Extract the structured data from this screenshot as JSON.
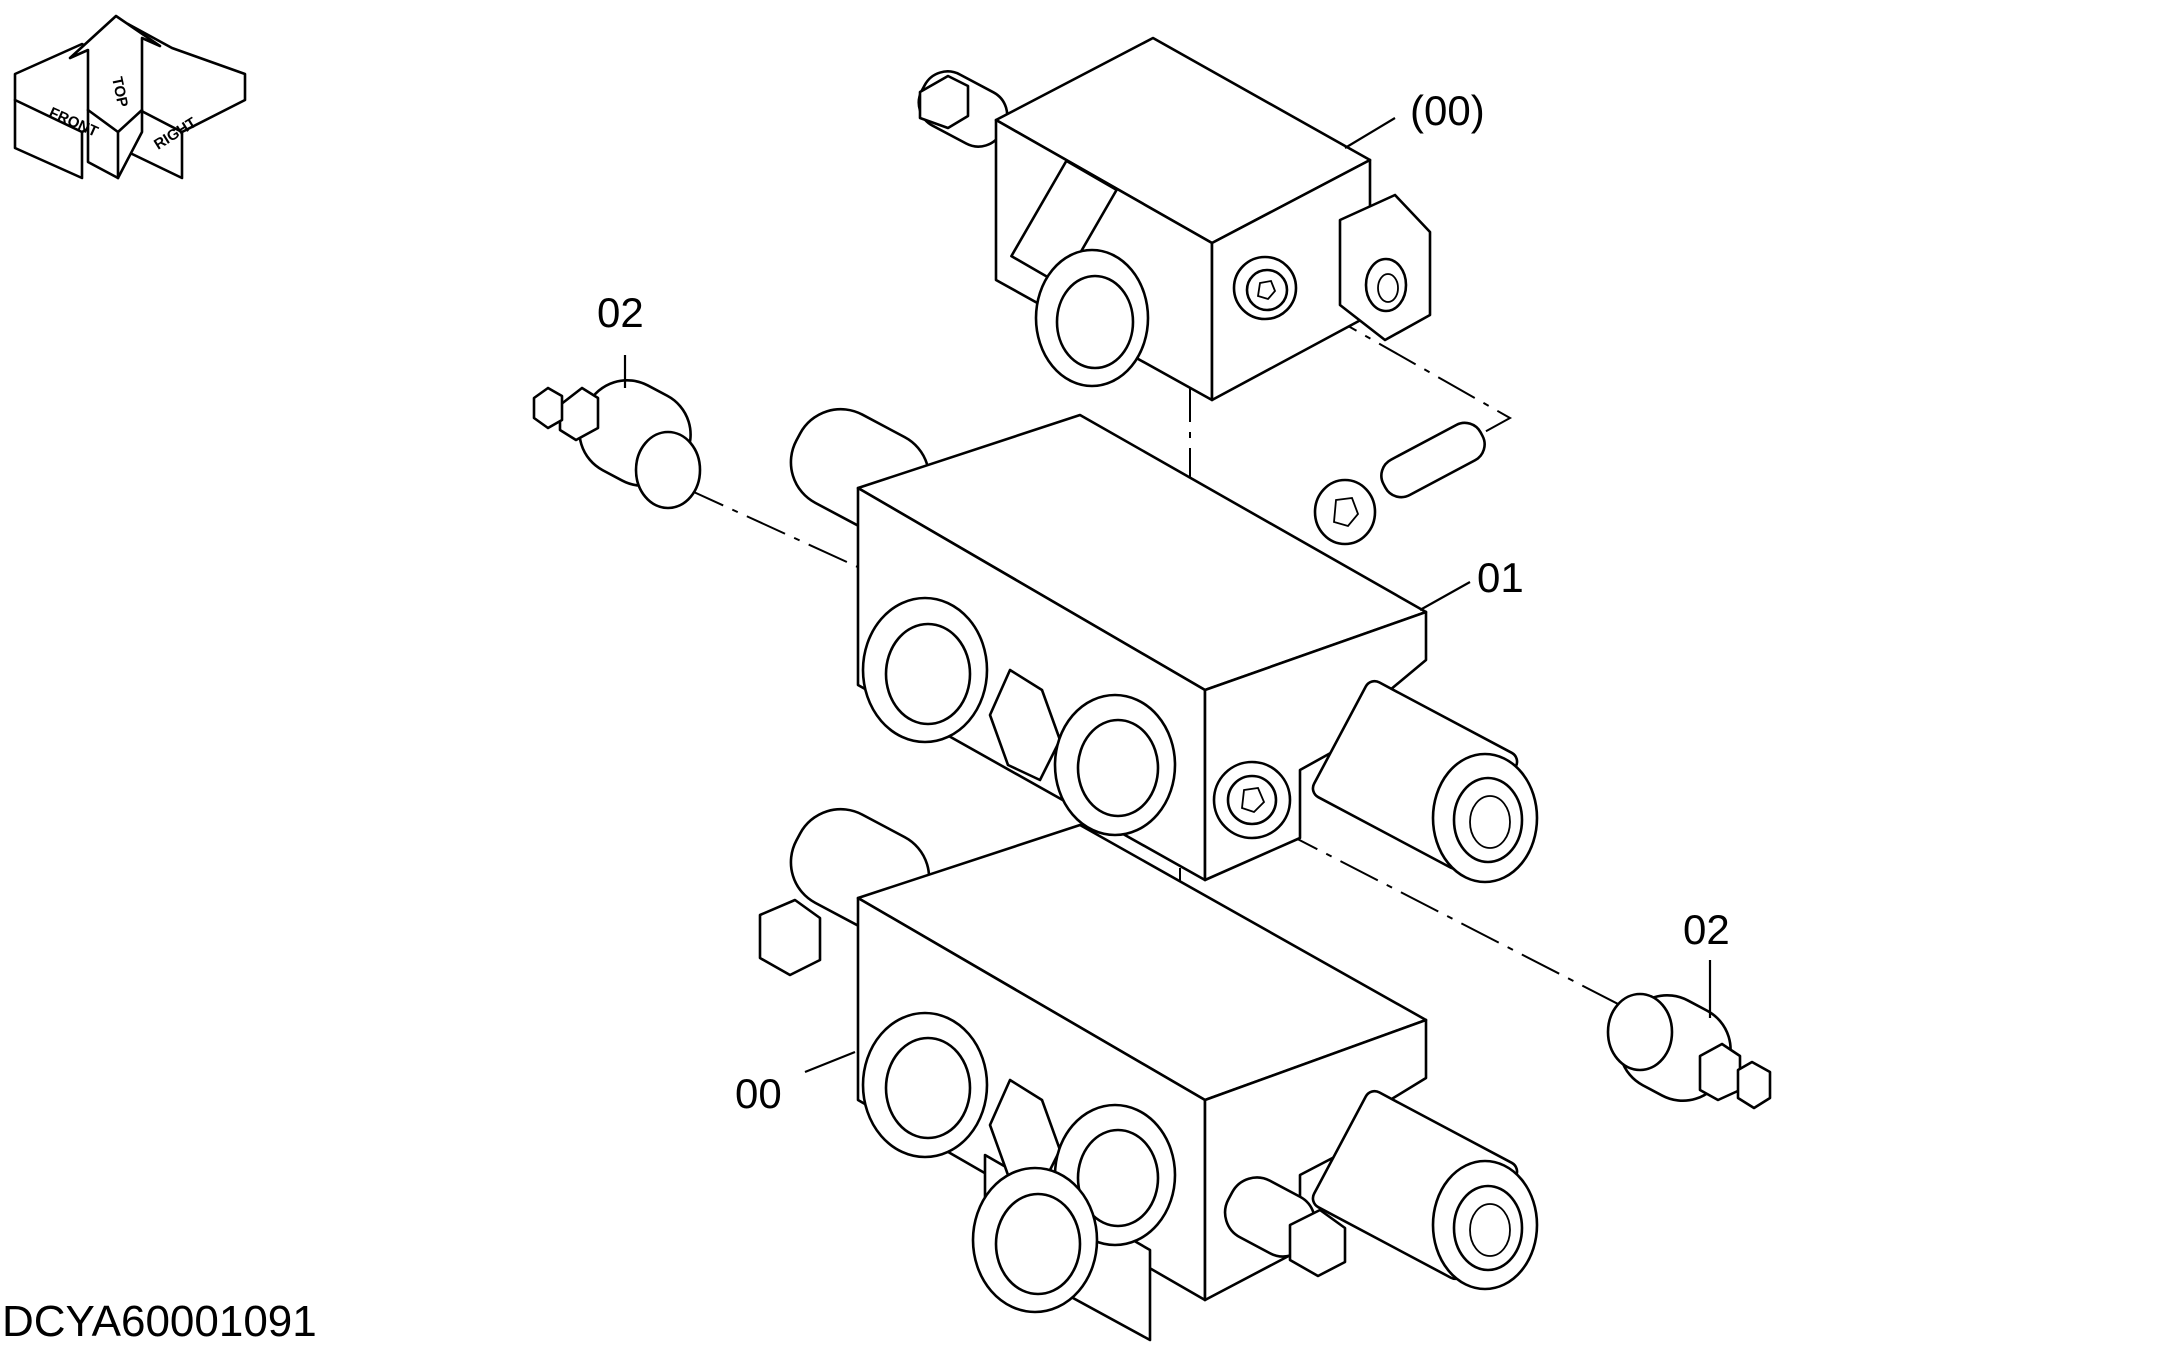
{
  "orientation": {
    "front": "FRONT",
    "top": "TOP",
    "right": "RIGHT"
  },
  "callouts": {
    "assembly_ref": "(00)",
    "plug_top": "02",
    "valve_body": "01",
    "plug_bottom": "02",
    "assembly": "00"
  },
  "drawing_number": "DCYA60001091"
}
